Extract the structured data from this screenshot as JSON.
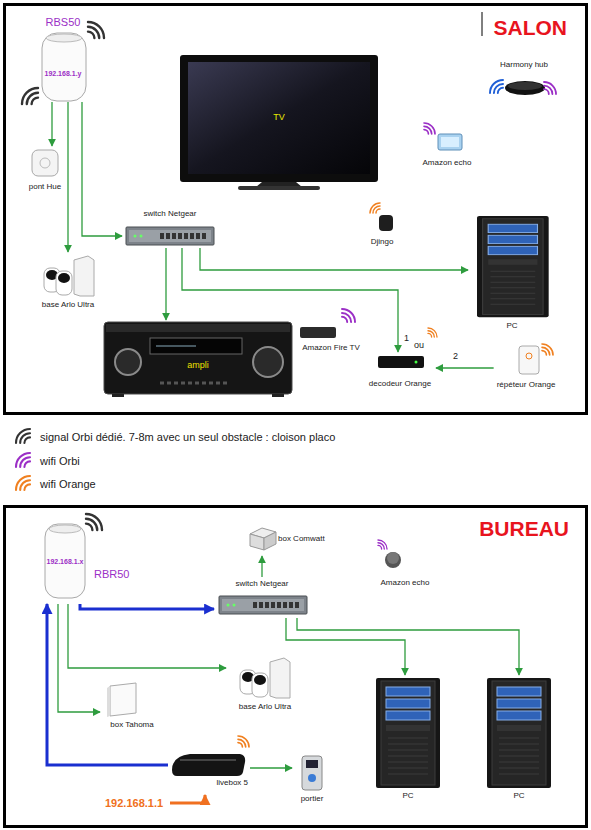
{
  "diagram": {
    "nodes": [
      {
        "text": [
          "SALON"
        ]
      },
      {
        "text": [
          "RBS50",
          "192.168.1.y"
        ],
        "in": 0
      },
      {
        "text": [
          "TV"
        ],
        "in": 0
      },
      {
        "text": [
          "Harmony hub"
        ],
        "in": 0
      },
      {
        "text": [
          "Amazon echo"
        ],
        "in": 0
      },
      {
        "text": [
          "pont Hue"
        ],
        "in": 0
      },
      {
        "text": [
          "switch Netgear"
        ],
        "in": 0
      },
      {
        "text": [
          "Djingo"
        ],
        "in": 0
      },
      {
        "text": [
          "base Arlo Ultra"
        ],
        "in": 0
      },
      {
        "text": [
          "PC"
        ],
        "in": 0
      },
      {
        "text": [
          "ampli"
        ],
        "in": 0
      },
      {
        "text": [
          "Amazon Fire TV"
        ],
        "in": 0
      },
      {
        "text": [
          "decodeur Orange"
        ],
        "in": 0
      },
      {
        "text": [
          "répéteur Orange"
        ],
        "in": 0
      },
      {
        "text": [
          "BUREAU"
        ]
      },
      {
        "text": [
          "192.168.1.x",
          "RBR50"
        ],
        "in": 14
      },
      {
        "text": [
          "box Comwatt"
        ],
        "in": 14
      },
      {
        "text": [
          "Amazon echo"
        ],
        "in": 14
      },
      {
        "text": [
          "switch Netgear"
        ],
        "in": 14
      },
      {
        "text": [
          "base Arlo Ultra"
        ],
        "in": 14
      },
      {
        "text": [
          "box Tahoma"
        ],
        "in": 14
      },
      {
        "text": [
          "PC"
        ],
        "in": 14
      },
      {
        "text": [
          "PC"
        ],
        "in": 14
      },
      {
        "text": [
          "livebox 5"
        ],
        "in": 14
      },
      {
        "text": [
          "portier"
        ],
        "in": 14
      }
    ],
    "edges": [
      {
        "from": 1,
        "to": 5,
        "arrow": "to"
      },
      {
        "from": 1,
        "to": 8,
        "arrow": "to"
      },
      {
        "from": 1,
        "to": 6,
        "arrow": "to"
      },
      {
        "from": 6,
        "to": 10,
        "arrow": "to"
      },
      {
        "from": 6,
        "to": 9,
        "arrow": "to"
      },
      {
        "from": 6,
        "to": 12,
        "label": "1",
        "arrow": "to"
      },
      {
        "from": 13,
        "to": 12,
        "label": "2",
        "arrow": "to"
      },
      {
        "from": 23,
        "to": 15,
        "arrow": "to"
      },
      {
        "from": 15,
        "to": 18,
        "arrow": "to"
      },
      {
        "from": 15,
        "to": 19,
        "arrow": "to"
      },
      {
        "from": 15,
        "to": 20,
        "arrow": "to"
      },
      {
        "from": 18,
        "to": 21,
        "arrow": "to"
      },
      {
        "from": 18,
        "to": 22,
        "arrow": "to"
      },
      {
        "from": 18,
        "to": 16,
        "arrow": "to"
      },
      {
        "from": 23,
        "to": 24,
        "arrow": "to"
      }
    ],
    "labels": [
      "ou",
      "192.168.1.1"
    ],
    "legend": [
      {
        "text": "signal Orbi dédié. 7-8m avec un seul obstacle : cloison placo"
      },
      {
        "text": "wifi Orbi"
      },
      {
        "text": "wifi Orange"
      }
    ]
  }
}
